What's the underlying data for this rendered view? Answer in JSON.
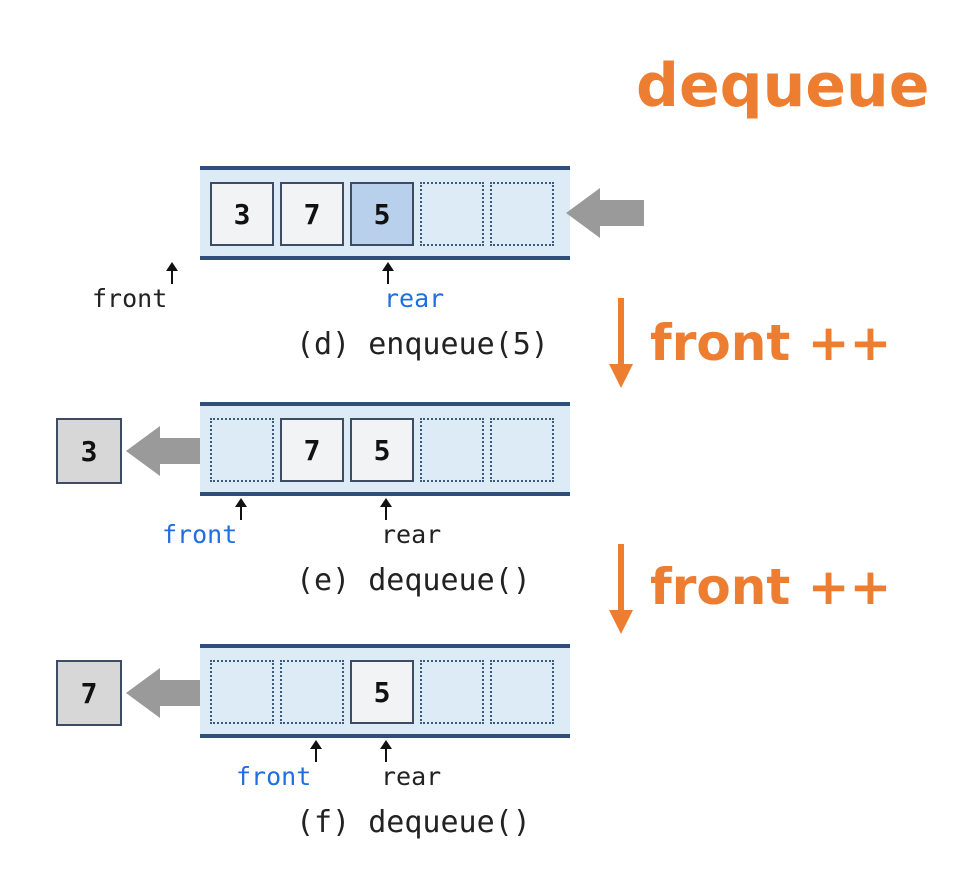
{
  "title": "dequeue",
  "colors": {
    "accent": "#ED7D31",
    "pointer_highlight": "#1f6fe0",
    "queue_fill": "#dcebf5",
    "queue_border": "#2f4e7a",
    "arrow_gray": "#9a9a9a"
  },
  "steps": [
    {
      "caption": "(d) enqueue(5)",
      "cells": [
        "3",
        "7",
        "5",
        "",
        ""
      ],
      "front_label": "front",
      "rear_label": "rear",
      "highlighted": "rear"
    },
    {
      "caption": "(e) dequeue()",
      "cells": [
        "",
        "7",
        "5",
        "",
        ""
      ],
      "removed": "3",
      "front_label": "front",
      "rear_label": "rear",
      "highlighted": "front"
    },
    {
      "caption": "(f) dequeue()",
      "cells": [
        "",
        "",
        "5",
        "",
        ""
      ],
      "removed": "7",
      "front_label": "front",
      "rear_label": "rear",
      "highlighted": "front"
    }
  ],
  "notes": [
    {
      "text": "front ++"
    },
    {
      "text": "front ++"
    }
  ],
  "icons": {
    "flow_arrow": "down-arrow-icon",
    "move_arrow": "left-arrow-icon",
    "pointer": "up-arrow-icon"
  }
}
